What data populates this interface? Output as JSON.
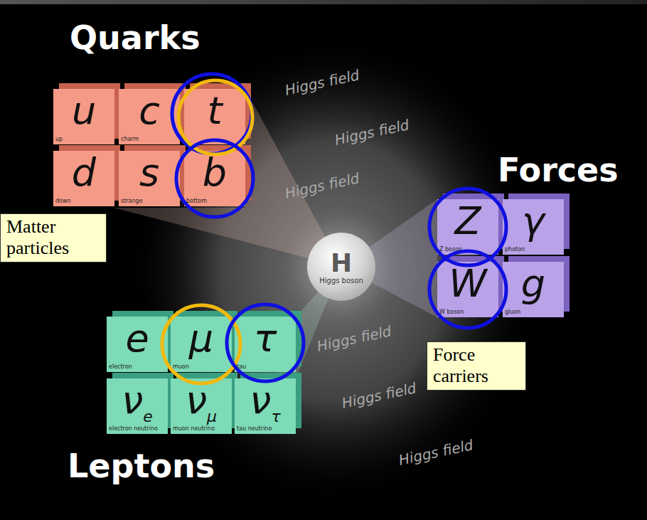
{
  "diagram": {
    "nodes": [
      {
        "text": [
          "u",
          "up"
        ]
      },
      {
        "text": [
          "c",
          "charm"
        ]
      },
      {
        "text": [
          "t"
        ]
      },
      {
        "text": [
          "d",
          "down"
        ]
      },
      {
        "text": [
          "s",
          "strange"
        ]
      },
      {
        "text": [
          "b",
          "bottom"
        ]
      },
      {
        "text": [
          "Matter particles"
        ]
      },
      {
        "text": [
          "H",
          "Higgs boson"
        ]
      },
      {
        "text": [
          "Z",
          "Z boson"
        ]
      },
      {
        "text": [
          "γ",
          "photon"
        ]
      },
      {
        "text": [
          "W",
          "W boson"
        ]
      },
      {
        "text": [
          "g",
          "gluon"
        ]
      },
      {
        "text": [
          "e",
          "electron"
        ]
      },
      {
        "text": [
          "μ",
          "muon"
        ]
      },
      {
        "text": [
          "τ",
          "tau"
        ]
      },
      {
        "text": [
          "νe",
          "electron neutrino"
        ]
      },
      {
        "text": [
          "νμ",
          "muon neutrino"
        ]
      },
      {
        "text": [
          "ντ",
          "tau neutrino"
        ]
      },
      {
        "text": [
          "Force carriers"
        ]
      }
    ],
    "labels": [
      "Quarks",
      "Forces",
      "Leptons",
      "Higgs field",
      "Higgs field",
      "Higgs field",
      "Higgs field",
      "Higgs field",
      "Higgs field"
    ]
  }
}
